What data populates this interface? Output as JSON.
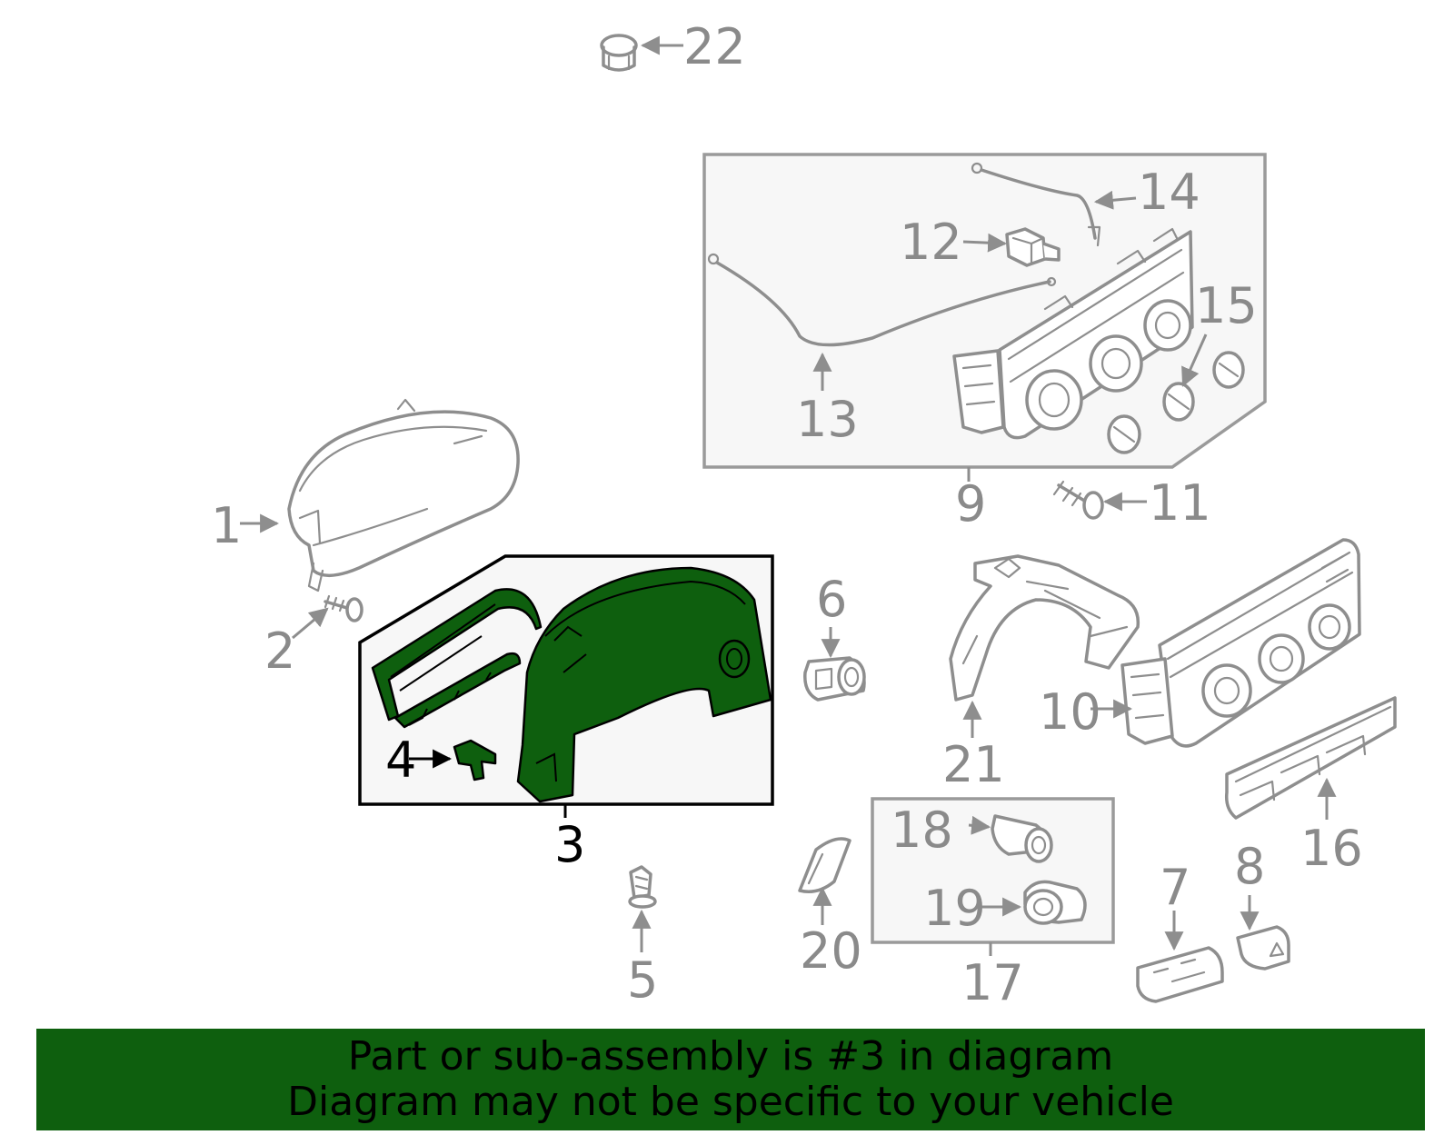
{
  "diagram": {
    "highlight_color": "#0e5f0e",
    "outline_color": "#8e8e8e",
    "highlighted_part": "3",
    "callouts": [
      "1",
      "2",
      "3",
      "4",
      "5",
      "6",
      "7",
      "8",
      "9",
      "10",
      "11",
      "12",
      "13",
      "14",
      "15",
      "16",
      "17",
      "18",
      "19",
      "20",
      "21",
      "22"
    ]
  },
  "banner": {
    "line1": "Part or sub-assembly is #3 in diagram",
    "line2": "Diagram may not be specific to your vehicle"
  }
}
